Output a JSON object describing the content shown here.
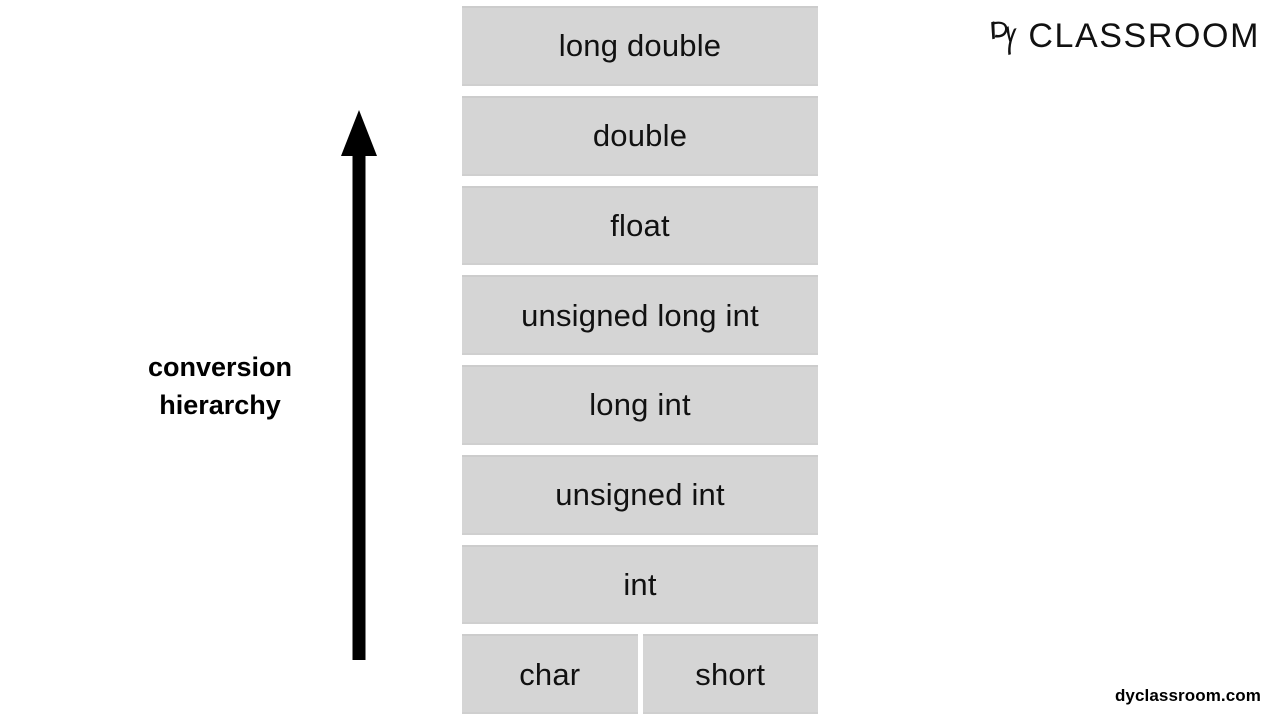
{
  "slide": {
    "background_color": "#ffffff",
    "title": "conversion hierarchy"
  },
  "brand": {
    "monogram_icon": "dy-monogram-icon",
    "monogram_text": "Dy",
    "wordmark": "CLASSROOM",
    "color": "#111111"
  },
  "footer": {
    "url": "dyclassroom.com"
  },
  "caption": {
    "line1": "conversion",
    "line2": "hierarchy"
  },
  "arrow": {
    "icon": "arrow-up-icon",
    "direction": "up",
    "color": "#000000"
  },
  "hierarchy": {
    "box_fill_color": "#d5d5d5",
    "text_color": "#111111",
    "rows": [
      {
        "boxes": [
          {
            "label": "long double"
          }
        ]
      },
      {
        "boxes": [
          {
            "label": "double"
          }
        ]
      },
      {
        "boxes": [
          {
            "label": "float"
          }
        ]
      },
      {
        "boxes": [
          {
            "label": "unsigned long int"
          }
        ]
      },
      {
        "boxes": [
          {
            "label": "long int"
          }
        ]
      },
      {
        "boxes": [
          {
            "label": "unsigned int"
          }
        ]
      },
      {
        "boxes": [
          {
            "label": "int"
          }
        ]
      },
      {
        "boxes": [
          {
            "label": "char"
          },
          {
            "label": "short"
          }
        ]
      }
    ]
  }
}
